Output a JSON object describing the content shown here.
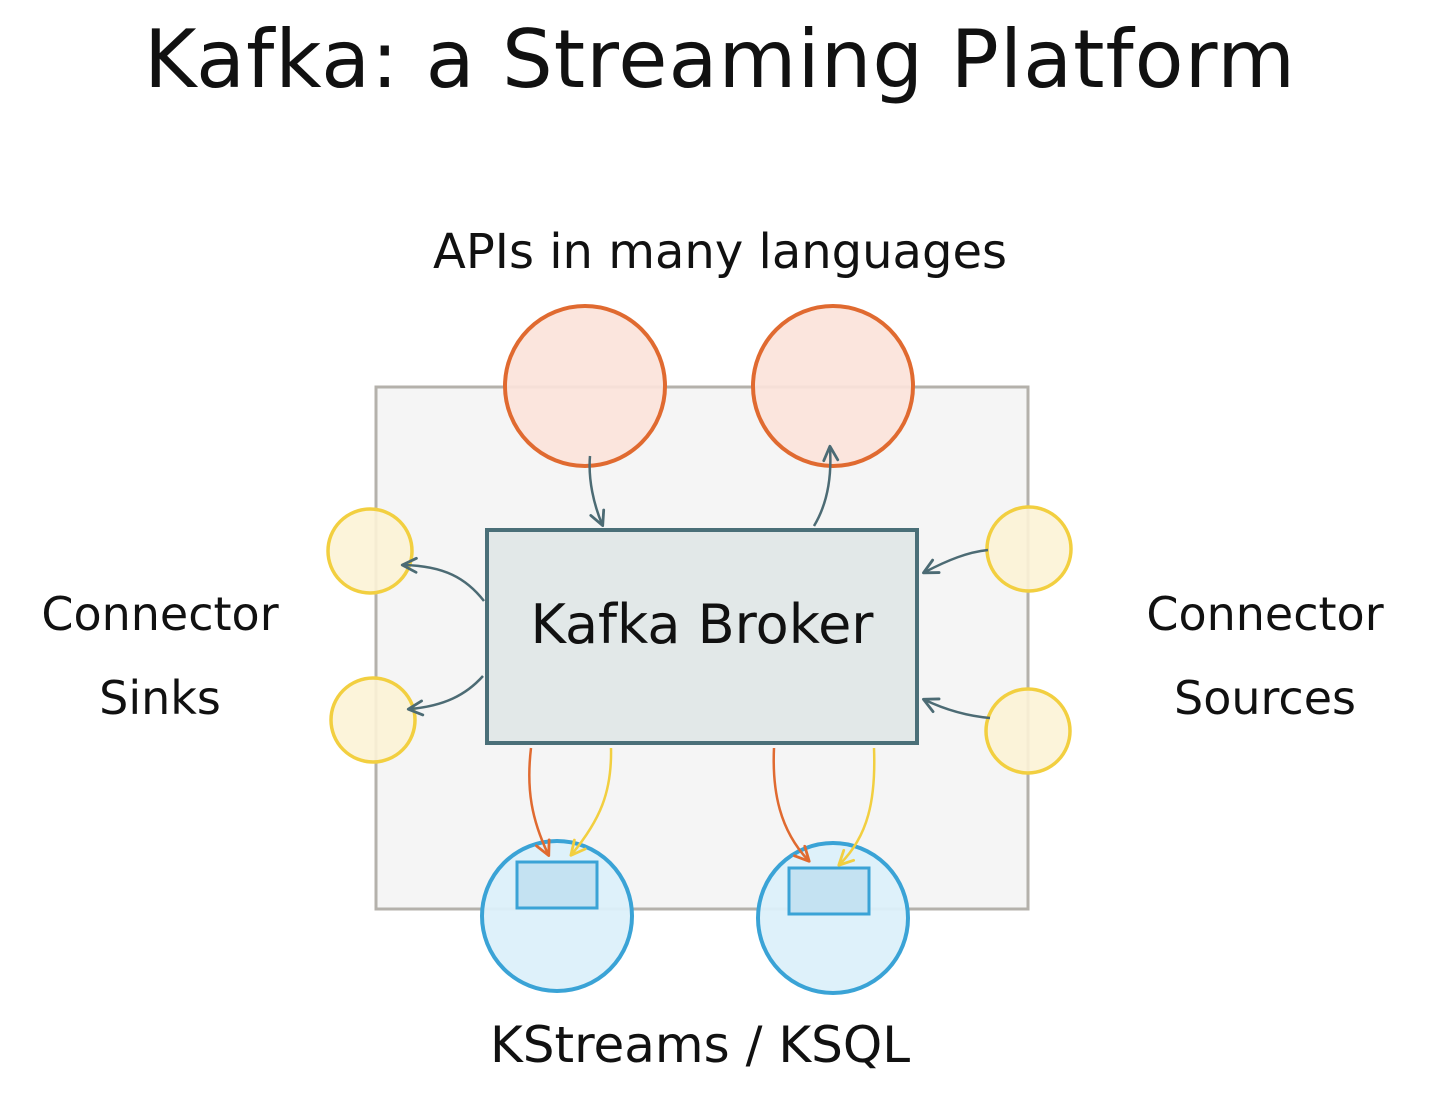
{
  "title": "Kafka: a Streaming Platform",
  "apis_label": "APIs in many languages",
  "broker_label": "Kafka Broker",
  "sinks_label": [
    "Connector",
    "Sinks"
  ],
  "sources_label": [
    "Connector",
    "Sources"
  ],
  "streams_label": "KStreams / KSQL",
  "colors": {
    "api_circle_stroke": "#e06a30",
    "api_circle_fill": "#fbe3da",
    "connector_stroke": "#f2cf40",
    "connector_fill": "#fcf3d6",
    "stream_stroke": "#3aa3d6",
    "stream_fill": "#dcf0fa",
    "broker_stroke": "#4a6f78",
    "broker_fill": "#e2e8e8",
    "platform_stroke": "#b4b1ab",
    "platform_fill": "#f5f5f5",
    "arrow": "#4c6b74"
  },
  "icons": [
    "api-client-circle",
    "connector-circle",
    "stream-processor-circle"
  ]
}
